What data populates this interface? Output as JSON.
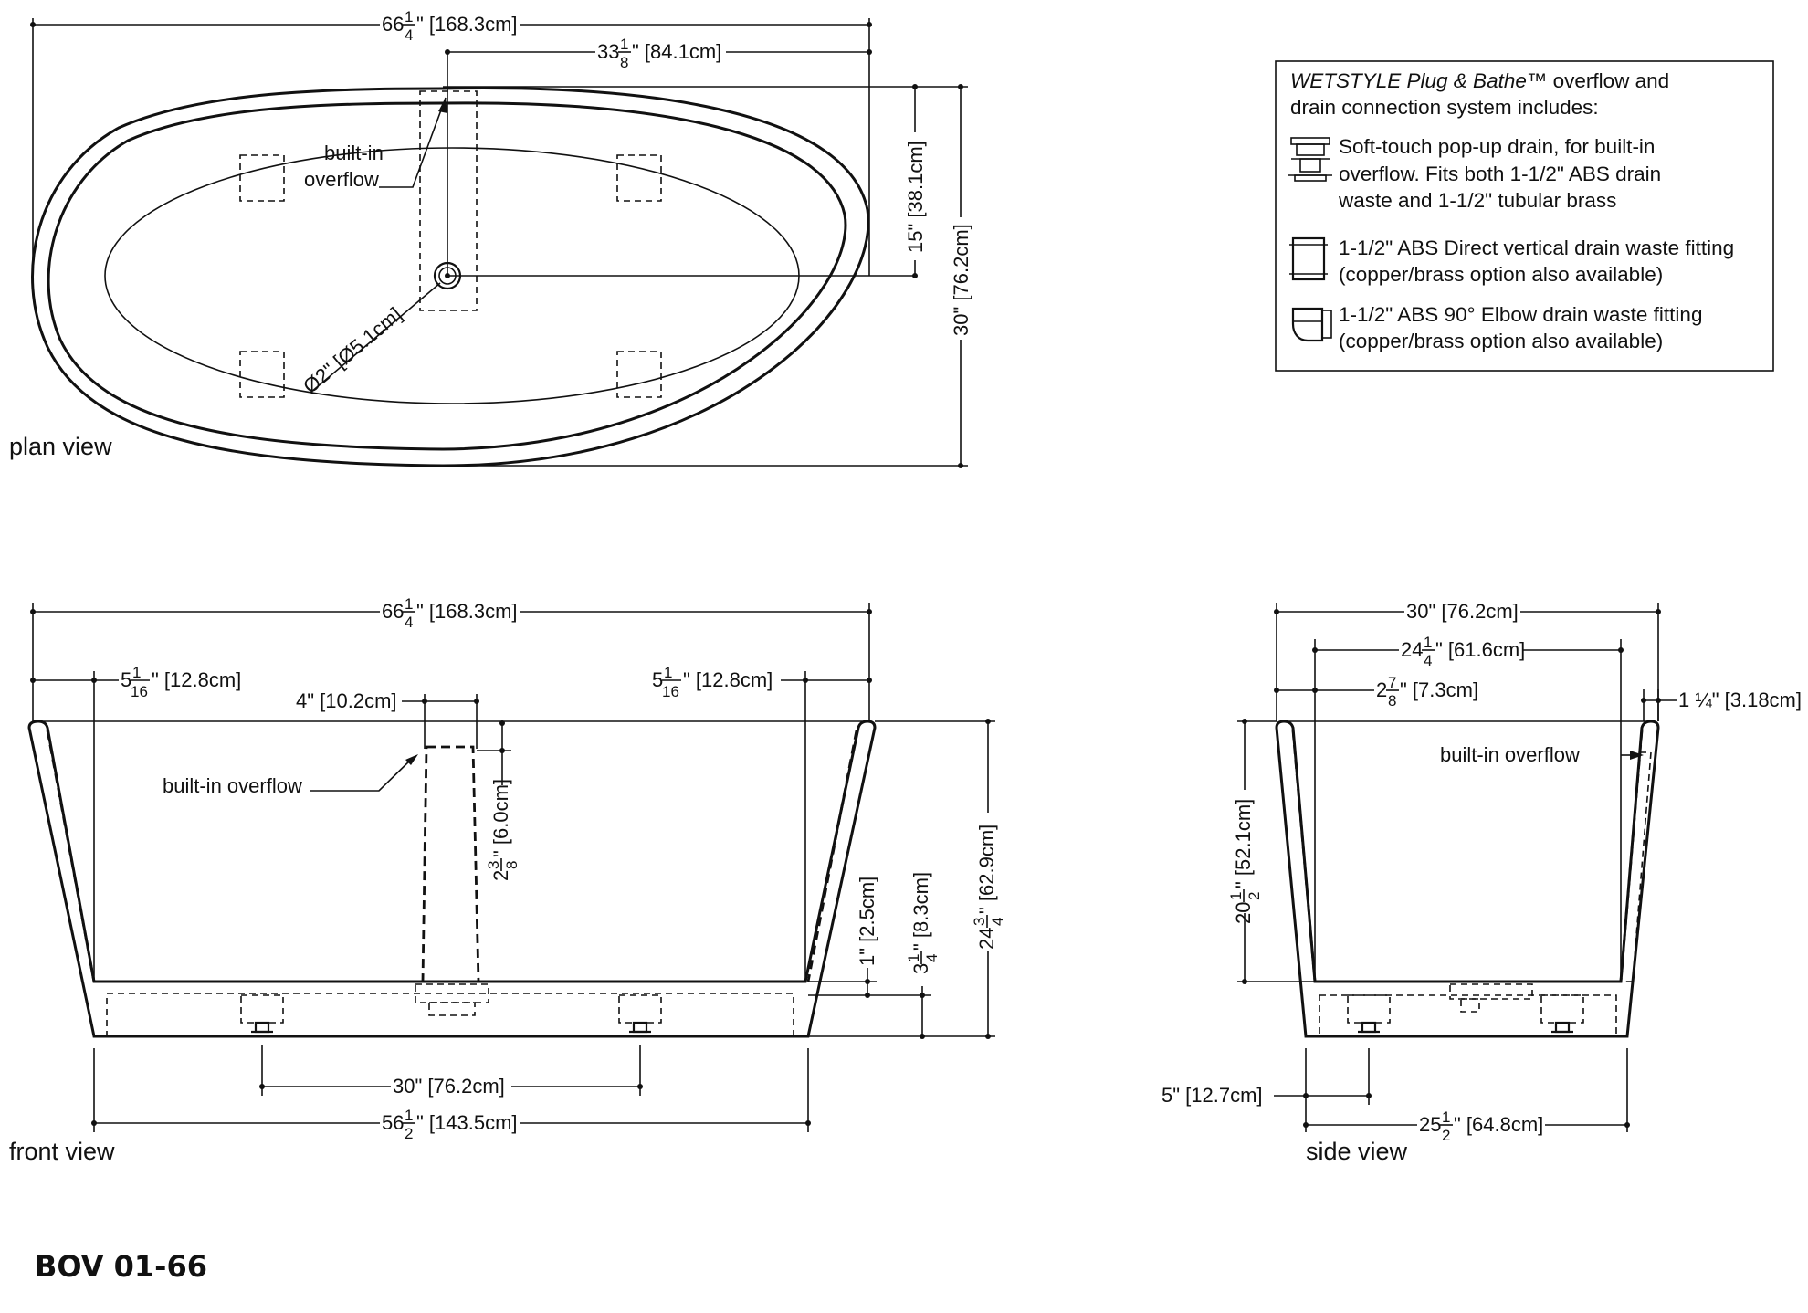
{
  "model": "BOV 01-66",
  "views": {
    "plan": "plan view",
    "front": "front view",
    "side": "side view"
  },
  "plan": {
    "overall_length": {
      "whole": "66",
      "num": "1",
      "den": "4",
      "rest": "\" [168.3cm]"
    },
    "drain_offset": {
      "whole": "33",
      "num": "1",
      "den": "8",
      "rest": "\" [84.1cm]"
    },
    "half_width": "15\" [38.1cm]",
    "overall_width": "30\" [76.2cm]",
    "drain_diameter": "Ø2\" [Ø5.1cm]",
    "overflow_line1": "built-in",
    "overflow_line2": "overflow"
  },
  "legend": {
    "title_italic": "WETSTYLE Plug & Bathe™",
    "title_rest": " overflow  and",
    "title_line2": "drain connection system includes:",
    "items": [
      {
        "icon": "popup-drain-icon",
        "lines": [
          "Soft-touch pop-up drain, for built-in",
          "overflow. Fits both 1-1/2\" ABS drain",
          "waste and 1-1/2\" tubular brass"
        ]
      },
      {
        "icon": "vertical-fitting-icon",
        "lines": [
          "1-1/2\" ABS Direct vertical drain waste fitting",
          "(copper/brass option also available)"
        ]
      },
      {
        "icon": "elbow-fitting-icon",
        "lines": [
          "1-1/2\" ABS 90° Elbow drain waste fitting",
          "(copper/brass option also available)"
        ]
      }
    ]
  },
  "front": {
    "overall_length": {
      "whole": "66",
      "num": "1",
      "den": "4",
      "rest": "\" [168.3cm]"
    },
    "rim_left": {
      "whole": "5",
      "num": "1",
      "den": "16",
      "rest": "\" [12.8cm]"
    },
    "rim_right": {
      "whole": "5",
      "num": "1",
      "den": "16",
      "rest": "\" [12.8cm]"
    },
    "overflow_width": "4\" [10.2cm]",
    "overflow_label": "built-in overflow",
    "overflow_drop": {
      "whole": "2",
      "num": "3",
      "den": "8",
      "rest": "\" [6.0cm]"
    },
    "floor_gap": "1\" [2.5cm]",
    "base_height": {
      "whole": "3",
      "num": "1",
      "den": "4",
      "rest": "\" [8.3cm]"
    },
    "overall_height": {
      "whole": "24",
      "num": "3",
      "den": "4",
      "rest": "\" [62.9cm]"
    },
    "feet_spacing": "30\" [76.2cm]",
    "base_length": {
      "whole": "56",
      "num": "1",
      "den": "2",
      "rest": "\" [143.5cm]"
    }
  },
  "side": {
    "overall_width": "30\" [76.2cm]",
    "inner_width": {
      "whole": "24",
      "num": "1",
      "den": "4",
      "rest": "\" [61.6cm]"
    },
    "rim": {
      "whole": "2",
      "num": "7",
      "den": "8",
      "rest": "\" [7.3cm]"
    },
    "wall": "1 ¼\" [3.18cm]",
    "overflow_label": "built-in overflow",
    "depth": {
      "whole": "20",
      "num": "1",
      "den": "2",
      "rest": "\" [52.1cm]"
    },
    "foot_offset": "5\" [12.7cm]",
    "base_width": {
      "whole": "25",
      "num": "1",
      "den": "2",
      "rest": "\" [64.8cm]"
    }
  }
}
